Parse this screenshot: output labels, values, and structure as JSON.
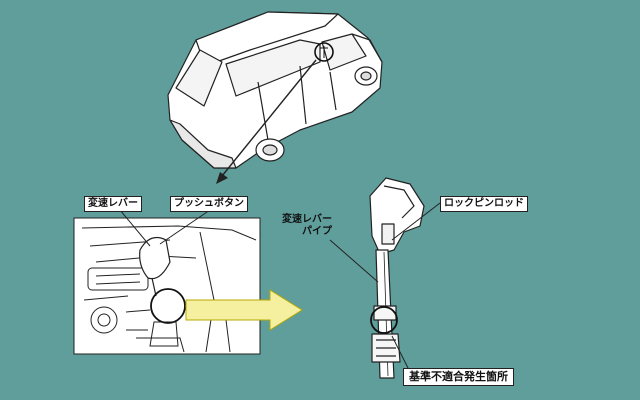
{
  "labels": {
    "shift_lever": "変速レバー",
    "push_button": "プッシュボタン",
    "lock_pin_rod": "ロックピンロッド",
    "shift_lever_pipe_line1": "変速レバー",
    "shift_lever_pipe_line2": "パイプ",
    "defect_location": "基準不適合発生箇所"
  },
  "colors": {
    "background": "#5f9e9b",
    "panel": "#ffffff",
    "line": "#222222",
    "arrow_fill": "#f4f0a0",
    "arrow_stroke": "#b8a800"
  }
}
